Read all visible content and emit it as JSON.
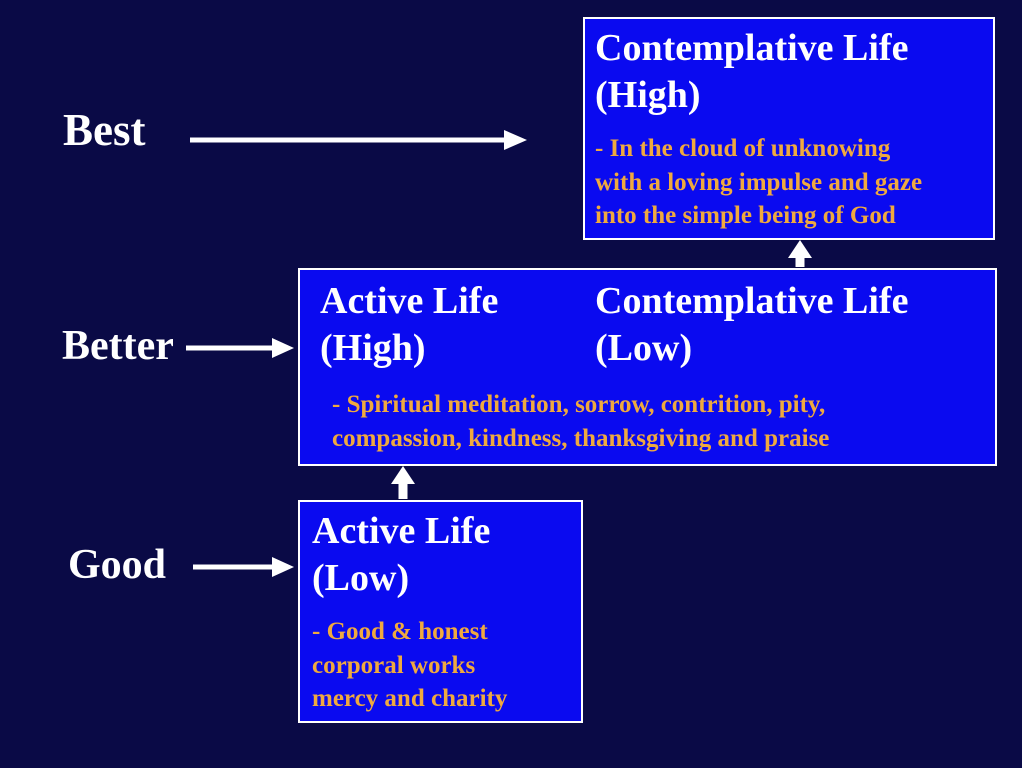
{
  "slide": {
    "labels": {
      "best": "Best",
      "better": "Better",
      "good": "Good"
    },
    "boxes": {
      "contemplative_high": {
        "title_line1": "Contemplative Life",
        "title_line2": "(High)",
        "body_lines": [
          "- In the cloud of unknowing",
          "with a loving impulse and gaze",
          "into the simple being of God"
        ]
      },
      "middle": {
        "title_left_line1": "Active Life",
        "title_left_line2": "(High)",
        "title_right_line1": "Contemplative Life",
        "title_right_line2": "(Low)",
        "body_lines": [
          "- Spiritual meditation, sorrow, contrition, pity,",
          "compassion, kindness, thanksgiving and praise"
        ]
      },
      "active_low": {
        "title_line1": "Active Life",
        "title_line2": "(Low)",
        "body_lines": [
          "- Good & honest",
          "corporal works",
          "mercy and charity"
        ]
      }
    },
    "colors": {
      "background": "#0a0a46",
      "box_fill": "#0a0af0",
      "box_border": "#ffffff",
      "title_text": "#ffffff",
      "body_text": "#efa93f",
      "arrow": "#ffffff"
    }
  }
}
